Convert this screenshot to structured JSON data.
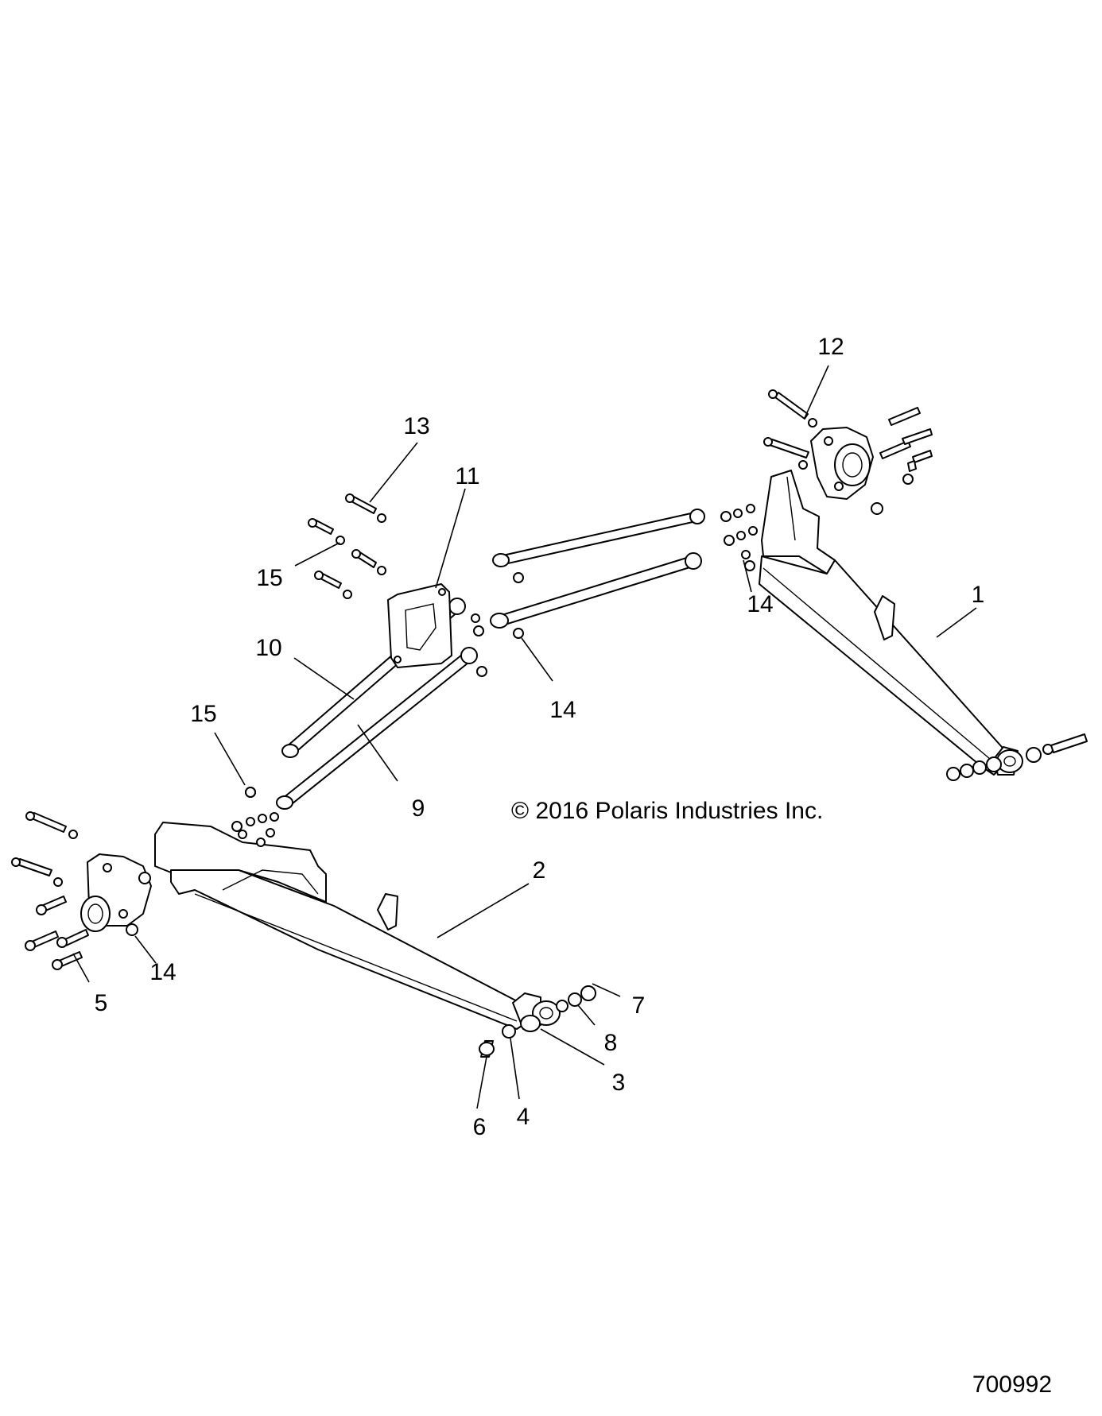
{
  "copyright": "© 2016 Polaris Industries Inc.",
  "diagram_number": "700992",
  "callouts": {
    "c1": "1",
    "c2": "2",
    "c3": "3",
    "c4": "4",
    "c5": "5",
    "c6": "6",
    "c7": "7",
    "c8": "8",
    "c9": "9",
    "c10": "10",
    "c11": "11",
    "c12": "12",
    "c13": "13",
    "c14a": "14",
    "c14b": "14",
    "c14c": "14",
    "c15a": "15",
    "c15b": "15"
  }
}
